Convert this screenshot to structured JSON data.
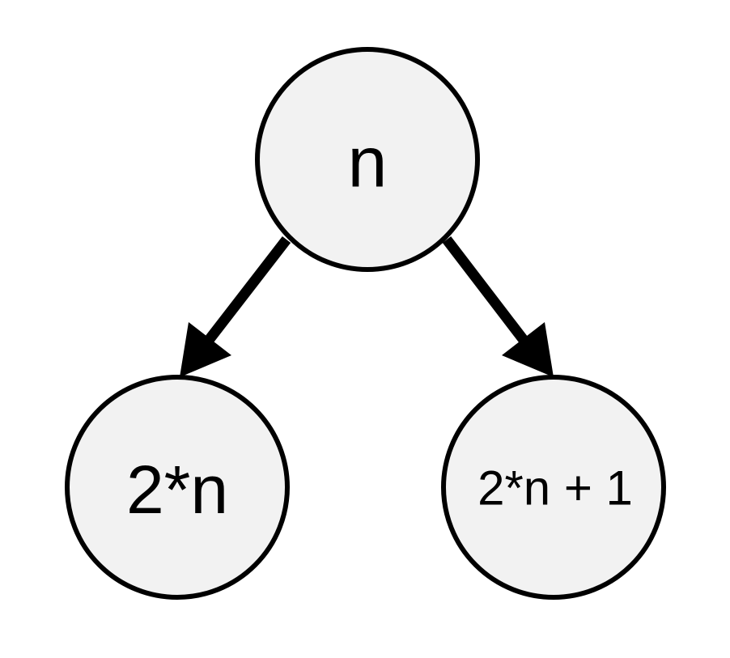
{
  "diagram": {
    "nodes": {
      "root": {
        "label": "n"
      },
      "left_child": {
        "label": "2*n"
      },
      "right_child": {
        "label": "2*n + 1"
      }
    },
    "edges": [
      {
        "from": "root",
        "to": "left_child"
      },
      {
        "from": "root",
        "to": "right_child"
      }
    ],
    "colors": {
      "node_fill": "#f2f2f2",
      "stroke": "#000000",
      "background": "#ffffff"
    }
  }
}
